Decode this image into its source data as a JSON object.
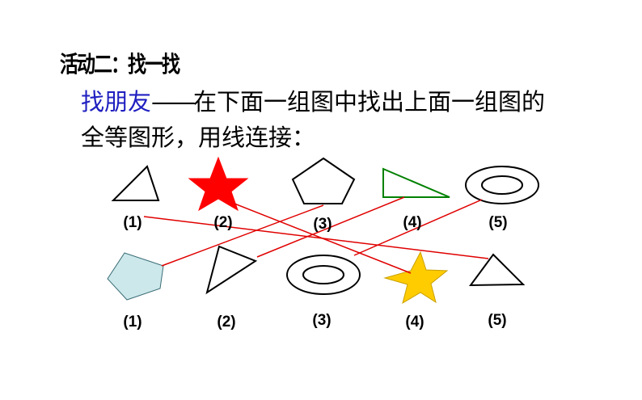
{
  "slide": {
    "heading": "活动二：找一找",
    "instruction": {
      "highlight": "找朋友",
      "dash": "——",
      "line1_rest": "在下面一组图中找出上面一组图的",
      "line2": "全等图形，用线连接："
    }
  },
  "top_row": {
    "labels": [
      "(1)",
      "(2)",
      "(3)",
      "(4)",
      "(5)"
    ],
    "shapes": [
      "outline-triangle",
      "red-star",
      "outline-pentagon",
      "green-right-triangle",
      "outline-ring"
    ]
  },
  "bottom_row": {
    "labels": [
      "(1)",
      "(2)",
      "(3)",
      "(4)",
      "(5)"
    ],
    "shapes": [
      "blue-pentagon",
      "outline-triangle",
      "outline-ring",
      "yellow-star",
      "outline-triangle"
    ]
  },
  "matches": [
    {
      "top": "(1)",
      "bottom": "(5)"
    },
    {
      "top": "(2)",
      "bottom": "(4)"
    },
    {
      "top": "(3)",
      "bottom": "(1)"
    },
    {
      "top": "(4)",
      "bottom": "(2)"
    },
    {
      "top": "(5)",
      "bottom": "(3)"
    }
  ],
  "colors": {
    "highlight_text": "#1f1fc0",
    "connector_line": "#e00000",
    "star_red": "#ff0000",
    "triangle_green": "#008000",
    "pentagon_fill": "#cce8ea",
    "star_yellow": "#ffcc00"
  }
}
